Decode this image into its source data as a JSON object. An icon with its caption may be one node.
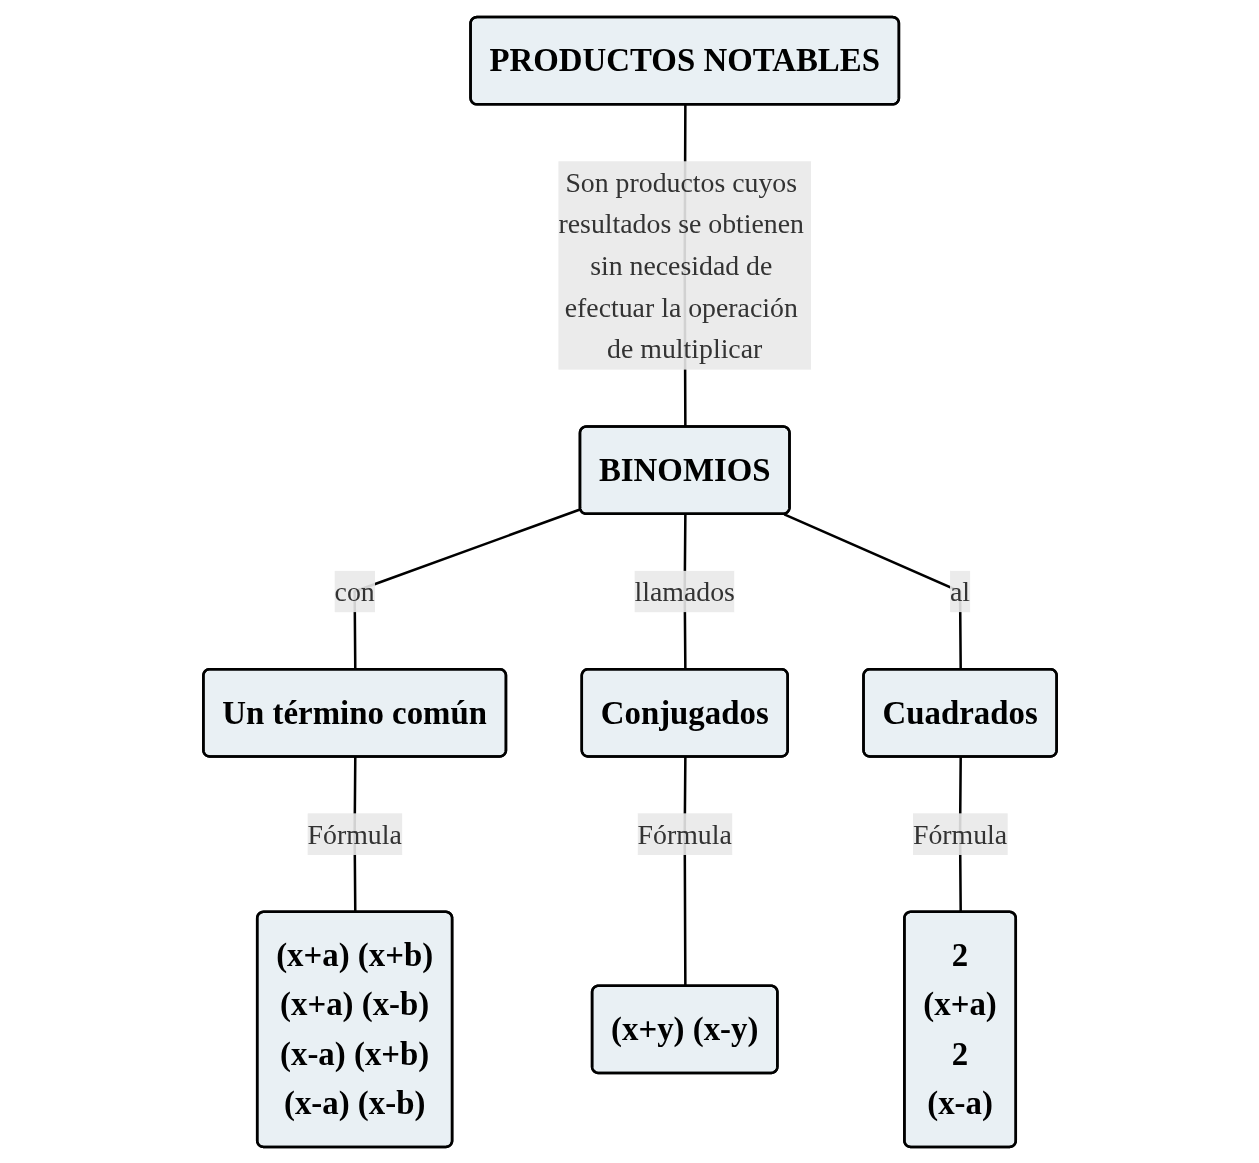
{
  "diagram": {
    "nodes": [
      {
        "text": [
          "PRODUCTOS NOTABLES"
        ]
      },
      {
        "text": [
          "BINOMIOS"
        ]
      },
      {
        "text": [
          "Un término común"
        ]
      },
      {
        "text": [
          "Conjugados"
        ]
      },
      {
        "text": [
          "Cuadrados"
        ]
      },
      {
        "text": [
          "(x+a) (x+b)",
          "(x+a) (x-b)",
          "(x-a) (x+b)",
          "(x-a) (x-b)"
        ]
      },
      {
        "text": [
          "(x+y) (x-y)"
        ]
      },
      {
        "text": [
          "2",
          "(x+a)",
          "2",
          "(x-a)"
        ]
      }
    ],
    "edges": [
      {
        "from": 0,
        "to": 1,
        "arrow": "none",
        "label": "Son productos cuyos resultados se obtienen sin necesidad de efectuar la operación de multiplicar"
      },
      {
        "from": 1,
        "to": 2,
        "arrow": "none",
        "label": "con"
      },
      {
        "from": 1,
        "to": 3,
        "arrow": "none",
        "label": "llamados"
      },
      {
        "from": 1,
        "to": 4,
        "arrow": "none",
        "label": "al"
      },
      {
        "from": 2,
        "to": 5,
        "arrow": "none",
        "label": "Fórmula"
      },
      {
        "from": 3,
        "to": 6,
        "arrow": "none",
        "label": "Fórmula"
      },
      {
        "from": 4,
        "to": 7,
        "arrow": "none",
        "label": "Fórmula"
      }
    ]
  }
}
